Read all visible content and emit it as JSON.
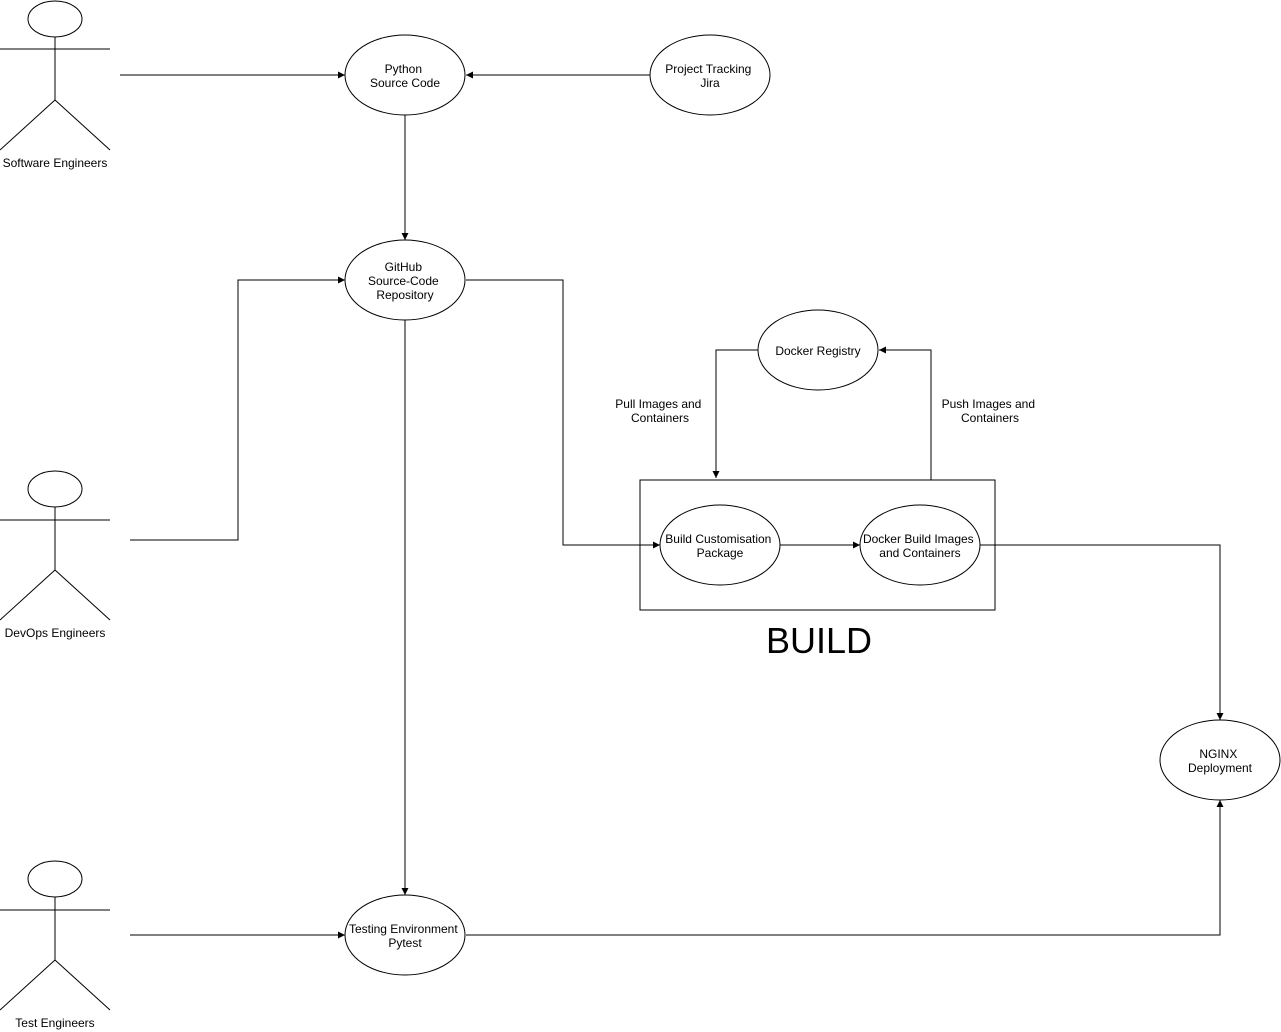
{
  "actors": {
    "software_engineers": "Software Engineers",
    "devops_engineers": "DevOps Engineers",
    "test_engineers": "Test Engineers"
  },
  "nodes": {
    "python_source": [
      "Python",
      "Source Code"
    ],
    "project_tracking": [
      "Project Tracking",
      "Jira"
    ],
    "github_repo": [
      "GitHub",
      "Source-Code",
      "Repository"
    ],
    "docker_registry": [
      "Docker Registry"
    ],
    "build_customisation": [
      "Build Customisation",
      "Package"
    ],
    "docker_build": [
      "Docker Build Images",
      "and Containers"
    ],
    "nginx": [
      "NGINX",
      "Deployment"
    ],
    "testing_env": [
      "Testing Environment",
      "Pytest"
    ]
  },
  "edge_labels": {
    "pull": [
      "Pull Images and",
      "Containers"
    ],
    "push": [
      "Push Images and",
      "Containers"
    ]
  },
  "group_label": "BUILD"
}
